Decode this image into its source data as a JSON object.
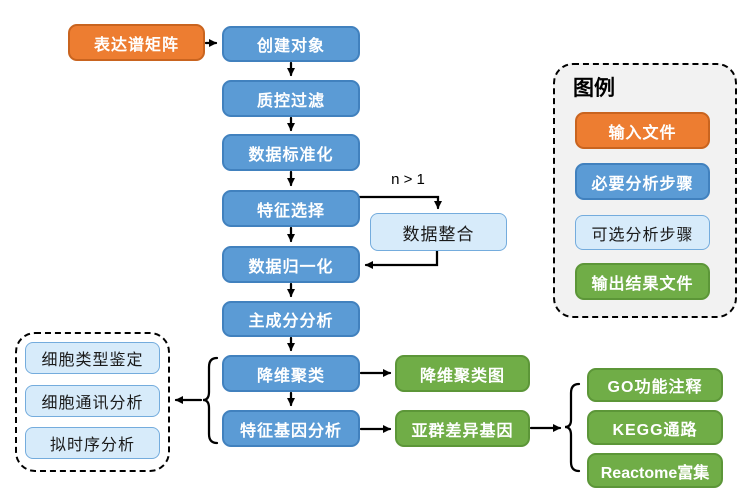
{
  "flow": {
    "input_label": "表达谱矩阵",
    "steps": [
      "创建对象",
      "质控过滤",
      "数据标准化",
      "特征选择",
      "数据归一化",
      "主成分分析",
      "降维聚类",
      "特征基因分析"
    ],
    "branch": {
      "condition": "n > 1",
      "step": "数据整合"
    },
    "results": {
      "cluster_plot": "降维聚类图",
      "subgroup_genes": "亚群差异基因"
    },
    "enrichment": [
      "GO功能注释",
      "KEGG通路",
      "Reactome富集"
    ],
    "optional_analyses": [
      "细胞类型鉴定",
      "细胞通讯分析",
      "拟时序分析"
    ]
  },
  "legend": {
    "title": "图例",
    "items": [
      {
        "label": "输入文件",
        "type": "input"
      },
      {
        "label": "必要分析步骤",
        "type": "required"
      },
      {
        "label": "可选分析步骤",
        "type": "optional"
      },
      {
        "label": "输出结果文件",
        "type": "output"
      }
    ]
  },
  "colors": {
    "input_orange": "#ED7D31",
    "required_blue": "#5B9BD5",
    "optional_light_blue": "#D7EBFA",
    "output_green": "#70AD47",
    "arrow_black": "#000000",
    "legend_bg": "#F2F2F2"
  }
}
